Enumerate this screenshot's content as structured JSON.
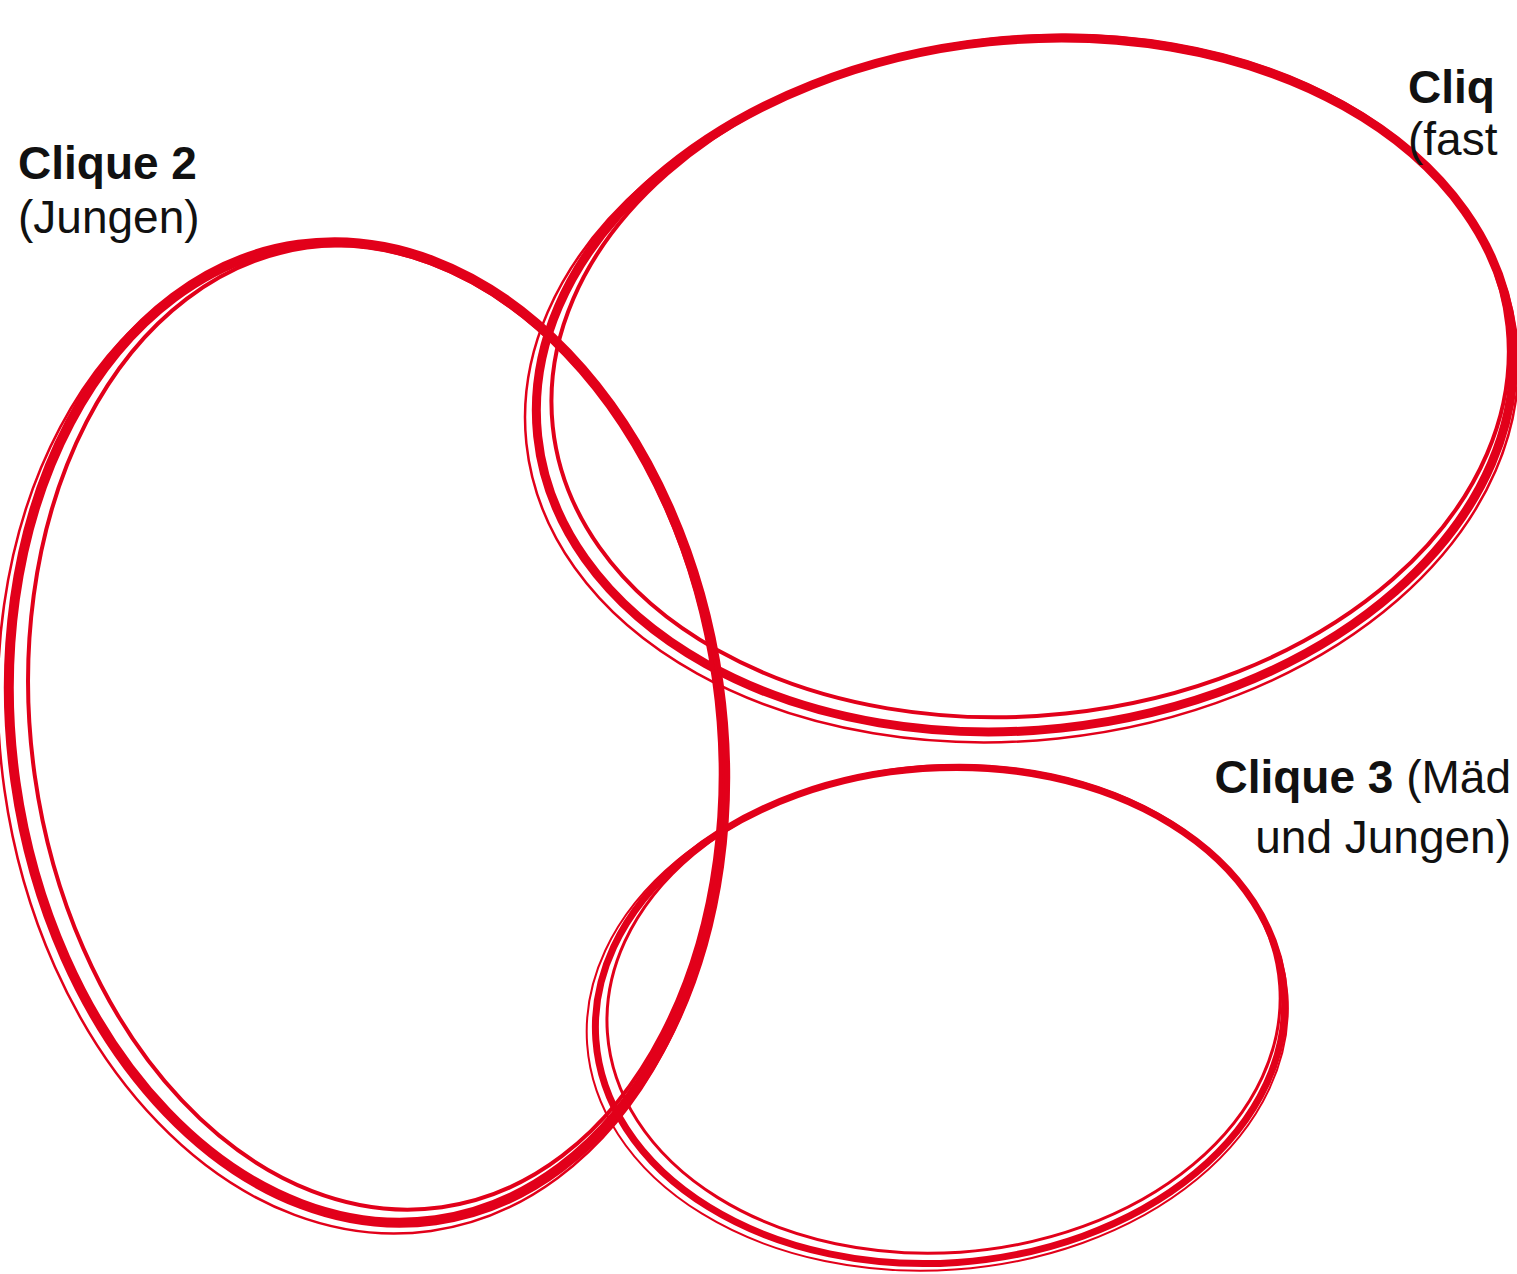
{
  "diagram": {
    "nodes": [
      {
        "text": [
          "Cliq",
          "(fast"
        ]
      },
      {
        "text": [
          "Clique 2",
          "(Jungen)"
        ]
      },
      {
        "text": [
          "Clique 3",
          "(Mäd und Jungen)"
        ]
      }
    ]
  }
}
